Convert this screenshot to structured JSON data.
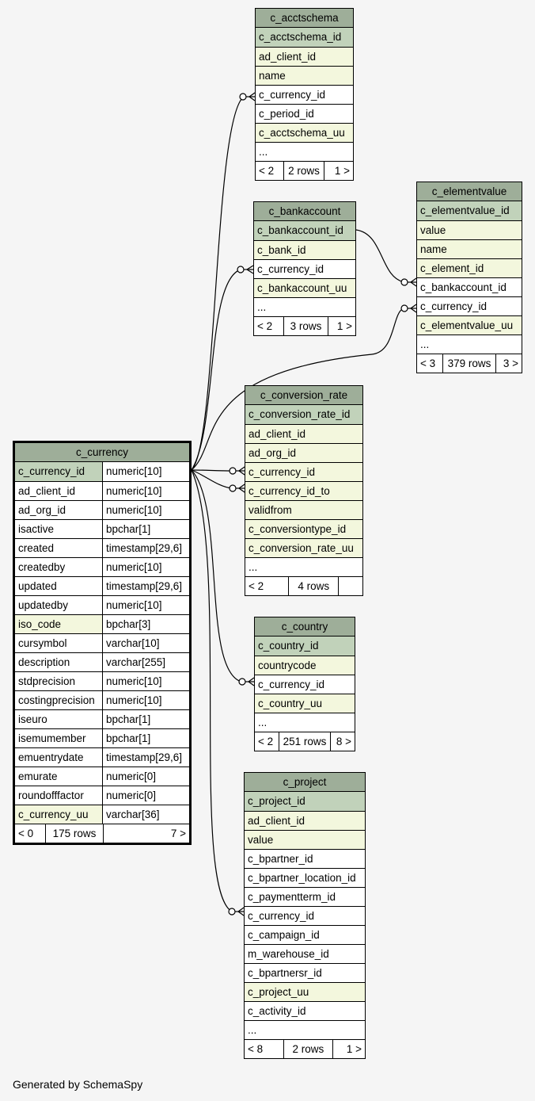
{
  "footer": "Generated by SchemaSpy",
  "tables": {
    "c_acctschema": {
      "name": "c_acctschema",
      "rows": [
        {
          "name": "c_acctschema_id",
          "kind": "pk"
        },
        {
          "name": "ad_client_id",
          "kind": "fk"
        },
        {
          "name": "name",
          "kind": "fk"
        },
        {
          "name": "c_currency_id",
          "kind": "plain"
        },
        {
          "name": "c_period_id",
          "kind": "plain"
        },
        {
          "name": "c_acctschema_uu",
          "kind": "fk"
        },
        {
          "name": "...",
          "kind": "plain"
        }
      ],
      "footer": {
        "left": "< 2",
        "mid": "2 rows",
        "right": "1 >"
      }
    },
    "c_bankaccount": {
      "name": "c_bankaccount",
      "rows": [
        {
          "name": "c_bankaccount_id",
          "kind": "pk"
        },
        {
          "name": "c_bank_id",
          "kind": "fk"
        },
        {
          "name": "c_currency_id",
          "kind": "plain"
        },
        {
          "name": "c_bankaccount_uu",
          "kind": "fk"
        },
        {
          "name": "...",
          "kind": "plain"
        }
      ],
      "footer": {
        "left": "< 2",
        "mid": "3 rows",
        "right": "1 >"
      }
    },
    "c_elementvalue": {
      "name": "c_elementvalue",
      "rows": [
        {
          "name": "c_elementvalue_id",
          "kind": "pk"
        },
        {
          "name": "value",
          "kind": "fk"
        },
        {
          "name": "name",
          "kind": "fk"
        },
        {
          "name": "c_element_id",
          "kind": "fk"
        },
        {
          "name": "c_bankaccount_id",
          "kind": "plain"
        },
        {
          "name": "c_currency_id",
          "kind": "plain"
        },
        {
          "name": "c_elementvalue_uu",
          "kind": "fk"
        },
        {
          "name": "...",
          "kind": "plain"
        }
      ],
      "footer": {
        "left": "< 3",
        "mid": "379 rows",
        "right": "3 >"
      }
    },
    "c_conversion_rate": {
      "name": "c_conversion_rate",
      "rows": [
        {
          "name": "c_conversion_rate_id",
          "kind": "pk"
        },
        {
          "name": "ad_client_id",
          "kind": "fk"
        },
        {
          "name": "ad_org_id",
          "kind": "fk"
        },
        {
          "name": "c_currency_id",
          "kind": "fk"
        },
        {
          "name": "c_currency_id_to",
          "kind": "fk"
        },
        {
          "name": "validfrom",
          "kind": "fk"
        },
        {
          "name": "c_conversiontype_id",
          "kind": "fk"
        },
        {
          "name": "c_conversion_rate_uu",
          "kind": "fk"
        },
        {
          "name": "...",
          "kind": "plain"
        }
      ],
      "footer": {
        "left": "< 2",
        "mid": "4 rows",
        "right": ""
      }
    },
    "c_currency": {
      "name": "c_currency",
      "rows": [
        {
          "name": "c_currency_id",
          "type": "numeric[10]",
          "kind": "pk"
        },
        {
          "name": "ad_client_id",
          "type": "numeric[10]",
          "kind": "plain"
        },
        {
          "name": "ad_org_id",
          "type": "numeric[10]",
          "kind": "plain"
        },
        {
          "name": "isactive",
          "type": "bpchar[1]",
          "kind": "plain"
        },
        {
          "name": "created",
          "type": "timestamp[29,6]",
          "kind": "plain"
        },
        {
          "name": "createdby",
          "type": "numeric[10]",
          "kind": "plain"
        },
        {
          "name": "updated",
          "type": "timestamp[29,6]",
          "kind": "plain"
        },
        {
          "name": "updatedby",
          "type": "numeric[10]",
          "kind": "plain"
        },
        {
          "name": "iso_code",
          "type": "bpchar[3]",
          "kind": "fk"
        },
        {
          "name": "cursymbol",
          "type": "varchar[10]",
          "kind": "plain"
        },
        {
          "name": "description",
          "type": "varchar[255]",
          "kind": "plain"
        },
        {
          "name": "stdprecision",
          "type": "numeric[10]",
          "kind": "plain"
        },
        {
          "name": "costingprecision",
          "type": "numeric[10]",
          "kind": "plain"
        },
        {
          "name": "iseuro",
          "type": "bpchar[1]",
          "kind": "plain"
        },
        {
          "name": "isemumember",
          "type": "bpchar[1]",
          "kind": "plain"
        },
        {
          "name": "emuentrydate",
          "type": "timestamp[29,6]",
          "kind": "plain"
        },
        {
          "name": "emurate",
          "type": "numeric[0]",
          "kind": "plain"
        },
        {
          "name": "roundofffactor",
          "type": "numeric[0]",
          "kind": "plain"
        },
        {
          "name": "c_currency_uu",
          "type": "varchar[36]",
          "kind": "fk"
        }
      ],
      "footer": {
        "left": "< 0",
        "mid": "175 rows",
        "right": "7 >"
      }
    },
    "c_country": {
      "name": "c_country",
      "rows": [
        {
          "name": "c_country_id",
          "kind": "pk"
        },
        {
          "name": "countrycode",
          "kind": "fk"
        },
        {
          "name": "c_currency_id",
          "kind": "plain"
        },
        {
          "name": "c_country_uu",
          "kind": "fk"
        },
        {
          "name": "...",
          "kind": "plain"
        }
      ],
      "footer": {
        "left": "< 2",
        "mid": "251 rows",
        "right": "8 >"
      }
    },
    "c_project": {
      "name": "c_project",
      "rows": [
        {
          "name": "c_project_id",
          "kind": "pk"
        },
        {
          "name": "ad_client_id",
          "kind": "fk"
        },
        {
          "name": "value",
          "kind": "fk"
        },
        {
          "name": "c_bpartner_id",
          "kind": "plain"
        },
        {
          "name": "c_bpartner_location_id",
          "kind": "plain"
        },
        {
          "name": "c_paymentterm_id",
          "kind": "plain"
        },
        {
          "name": "c_currency_id",
          "kind": "plain"
        },
        {
          "name": "c_campaign_id",
          "kind": "plain"
        },
        {
          "name": "m_warehouse_id",
          "kind": "plain"
        },
        {
          "name": "c_bpartnersr_id",
          "kind": "plain"
        },
        {
          "name": "c_project_uu",
          "kind": "fk"
        },
        {
          "name": "c_activity_id",
          "kind": "plain"
        },
        {
          "name": "...",
          "kind": "plain"
        }
      ],
      "footer": {
        "left": "< 8",
        "mid": "2 rows",
        "right": "1 >"
      }
    }
  }
}
